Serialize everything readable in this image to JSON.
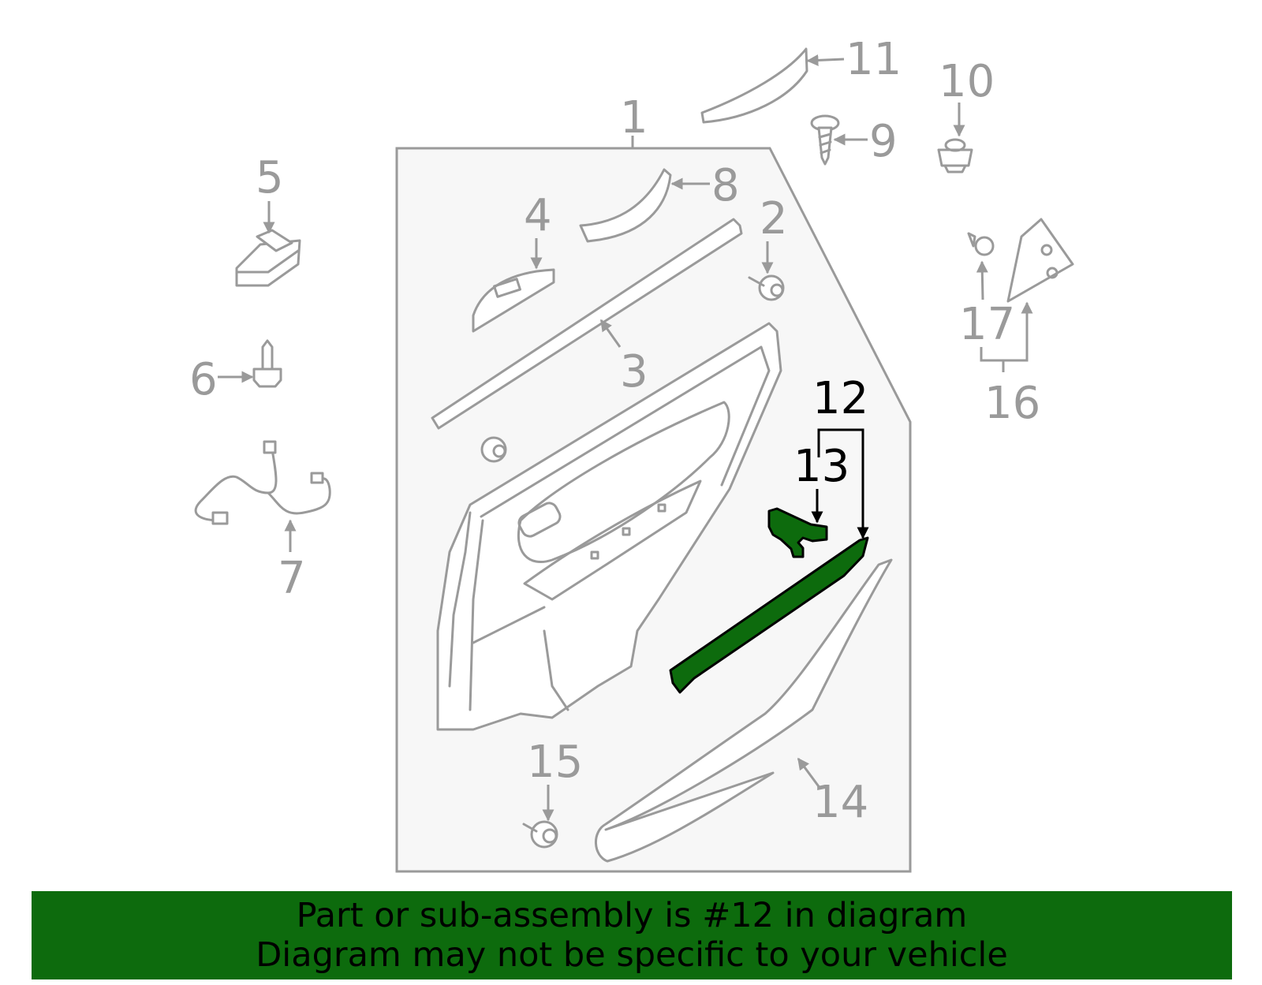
{
  "callouts": {
    "c1": "1",
    "c2": "2",
    "c3": "3",
    "c4": "4",
    "c5": "5",
    "c6": "6",
    "c7": "7",
    "c8": "8",
    "c9": "9",
    "c10": "10",
    "c11": "11",
    "c12": "12",
    "c13": "13",
    "c14": "14",
    "c15": "15",
    "c16": "16",
    "c17": "17"
  },
  "highlight": {
    "part_number": "12",
    "color": "#0d6b0d"
  },
  "colors": {
    "line": "#9a9a9a",
    "panel_bg": "#f7f7f7"
  },
  "banner": {
    "line1": "Part or sub-assembly is #12 in diagram",
    "line2": "Diagram may not be specific to your vehicle"
  }
}
